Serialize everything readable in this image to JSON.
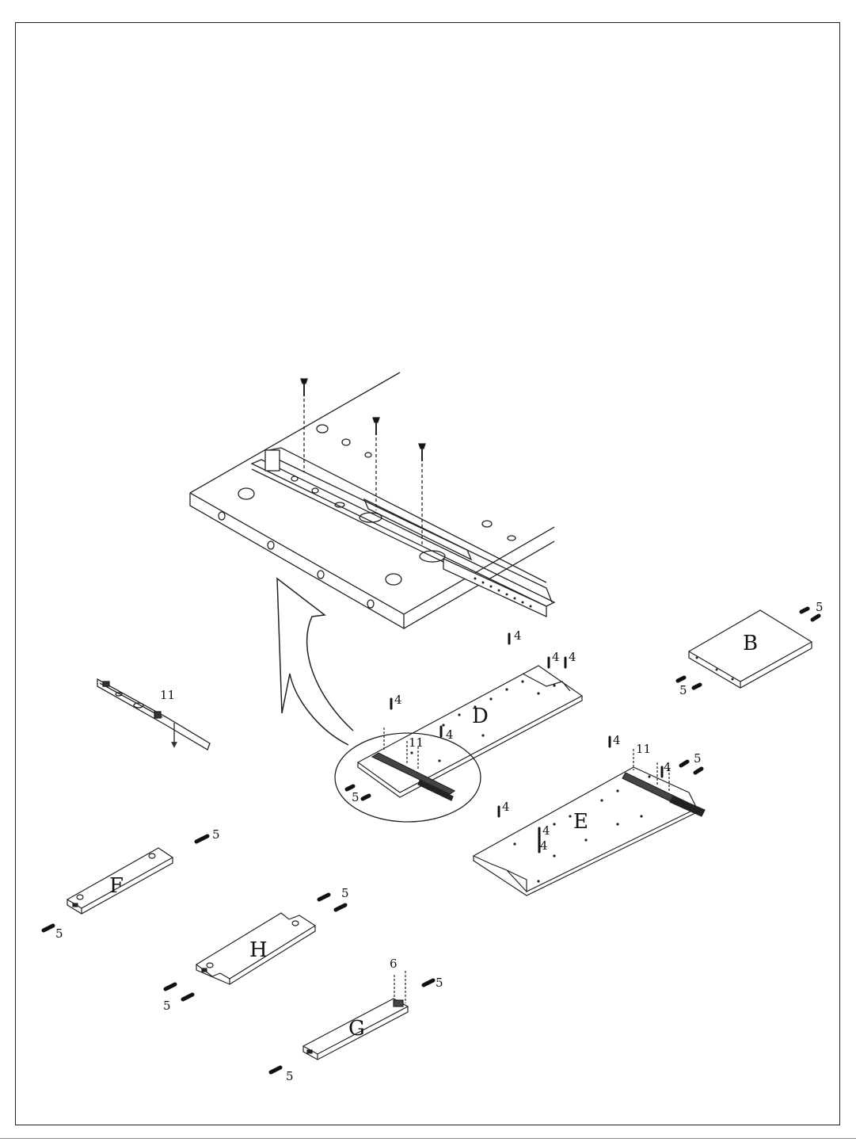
{
  "parts": {
    "b": "B",
    "d": "D",
    "e": "E",
    "f": "F",
    "g": "G",
    "h": "H"
  },
  "hardware": {
    "n4": "4",
    "n5": "5",
    "n6": "6",
    "n11": "11"
  }
}
